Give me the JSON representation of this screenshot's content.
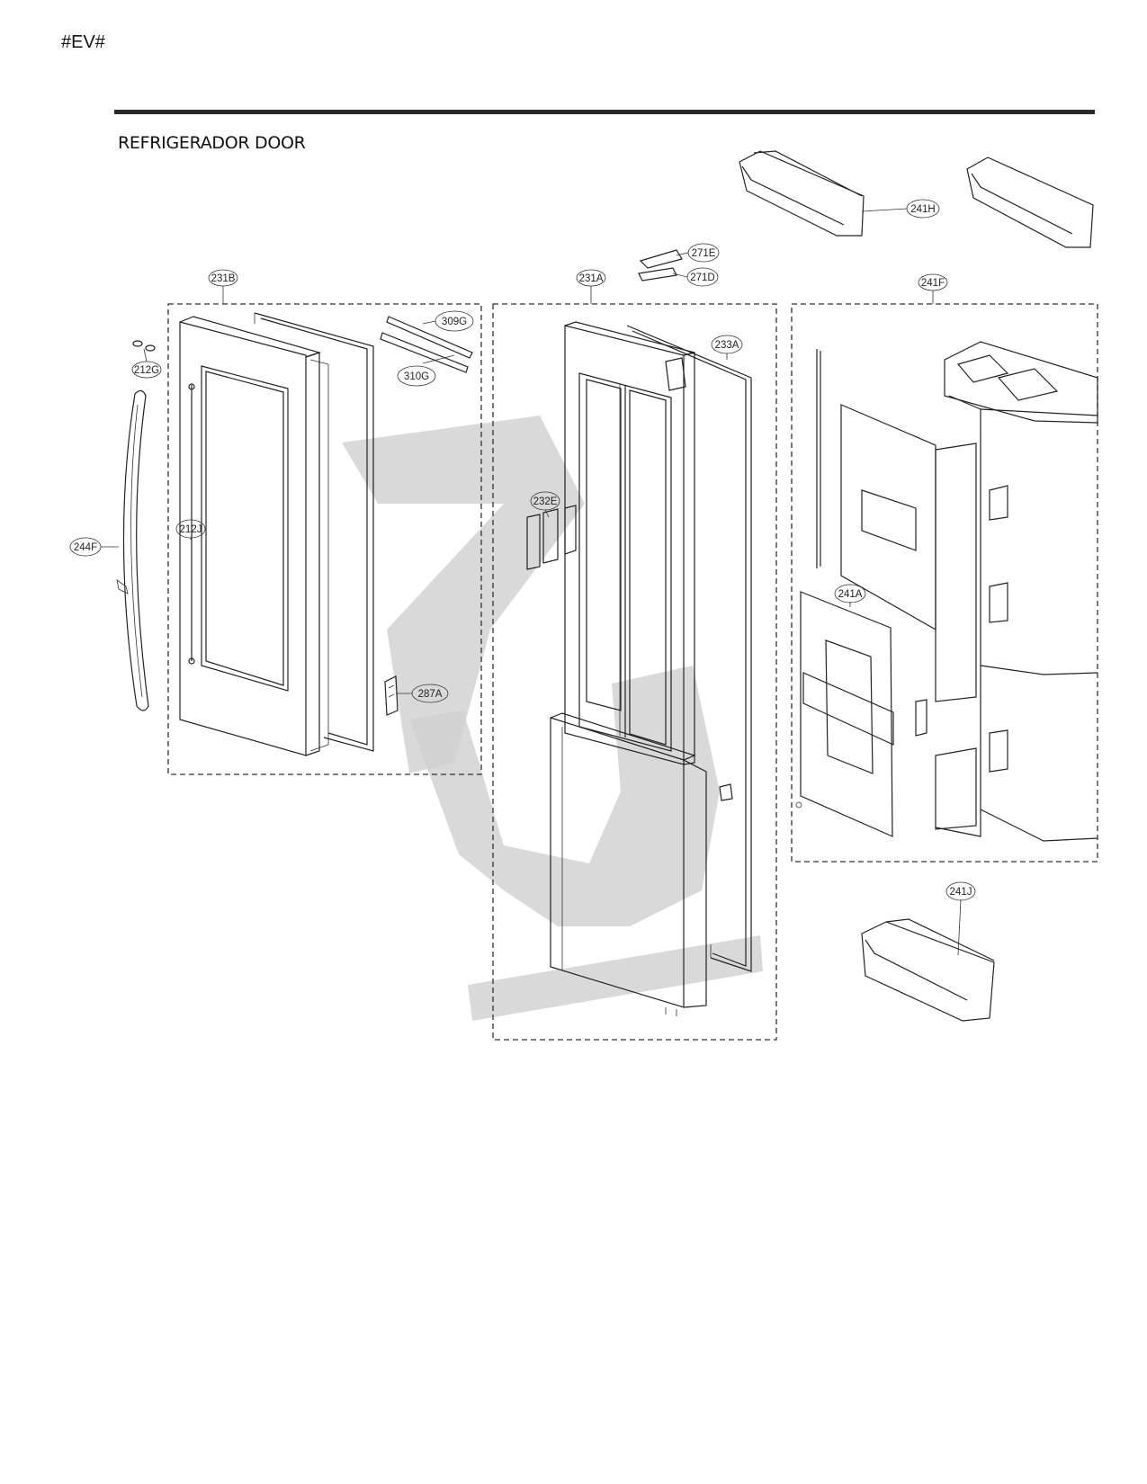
{
  "page_code": "#EV#",
  "section_title": "REFRIGERADOR DOOR",
  "callouts": {
    "p231B": "231B",
    "p212G": "212G",
    "p244F": "244F",
    "p212J": "212J",
    "p309G": "309G",
    "p310G": "310G",
    "p287A": "287A",
    "p231A": "231A",
    "p271E": "271E",
    "p271D": "271D",
    "p233A": "233A",
    "p232E": "232E",
    "p241H": "241H",
    "p241F": "241F",
    "p241A": "241A",
    "p241J": "241J"
  }
}
